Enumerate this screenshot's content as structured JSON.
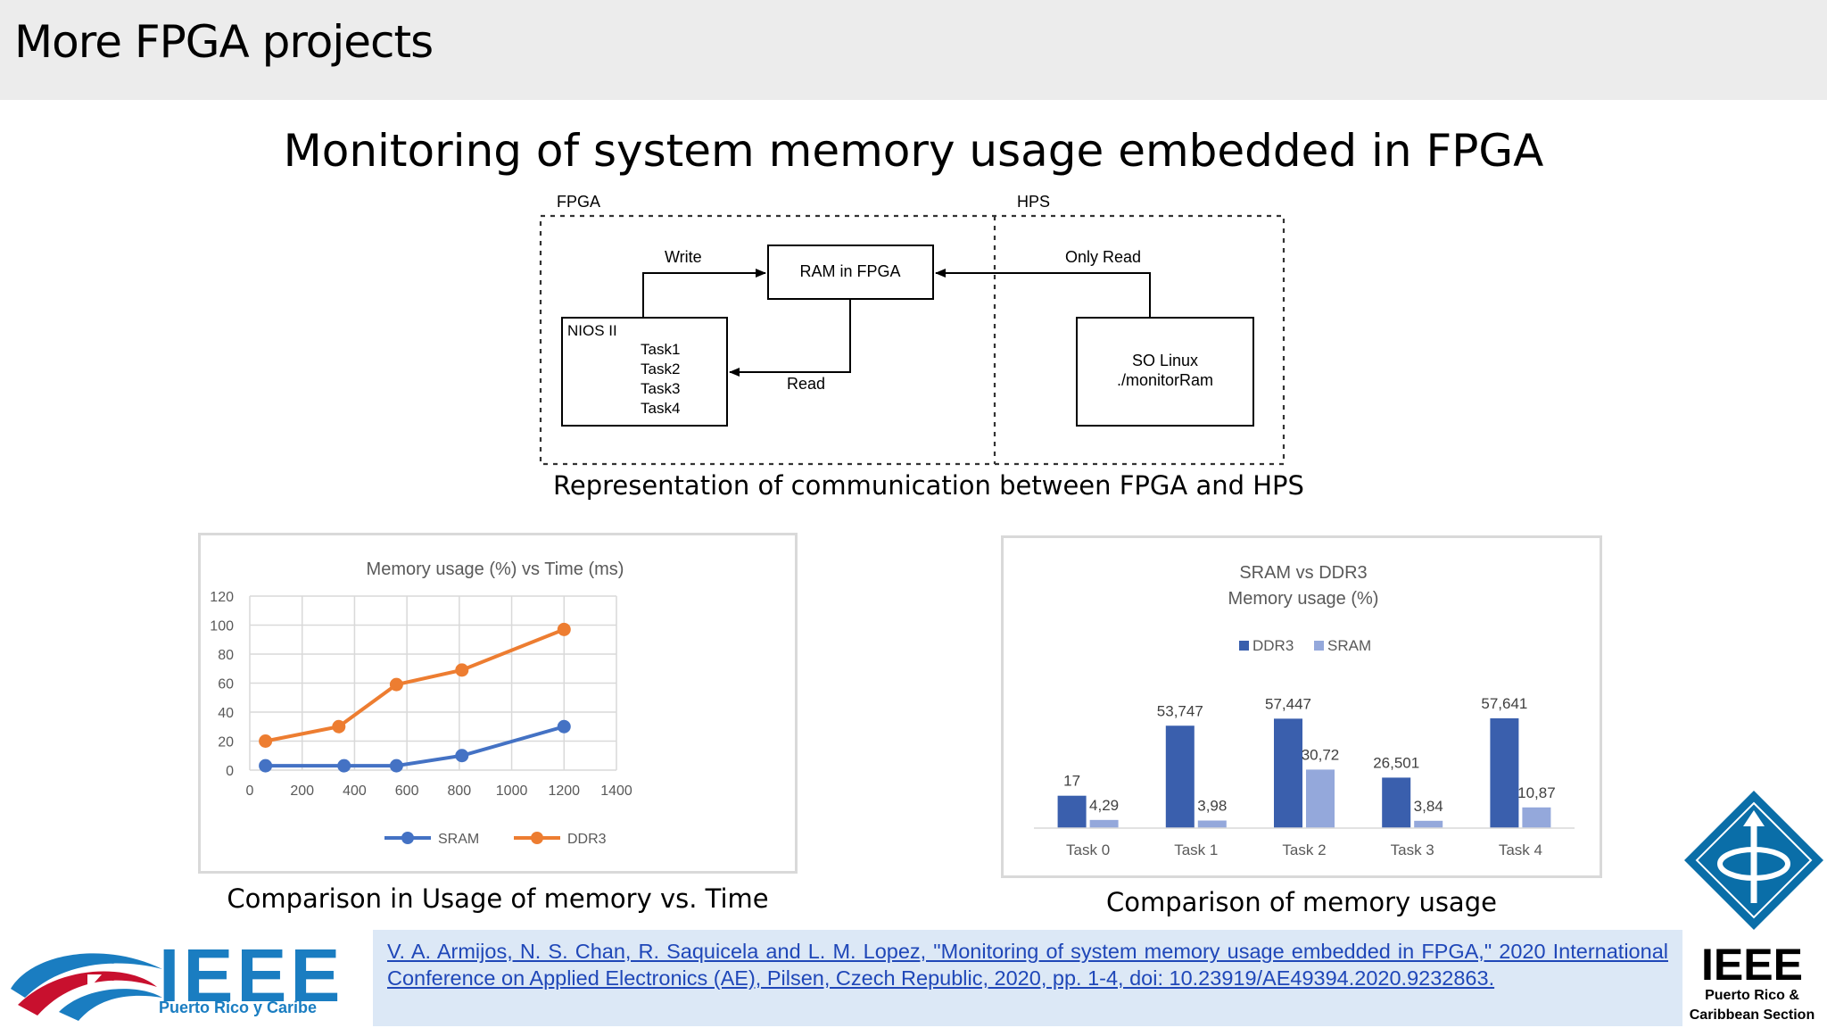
{
  "header": {
    "title": "More FPGA projects"
  },
  "main": {
    "title": "Monitoring of system memory usage embedded in FPGA"
  },
  "diagram": {
    "fpga_label": "FPGA",
    "hps_label": "HPS",
    "ram_label": "RAM in FPGA",
    "nios_label": "NIOS II",
    "tasks": [
      "Task1",
      "Task2",
      "Task3",
      "Task4"
    ],
    "linux_line1": "SO Linux",
    "linux_line2": "./monitorRam",
    "write_label": "Write",
    "read_label": "Read",
    "only_read_label": "Only Read",
    "caption": "Representation of communication between FPGA and HPS"
  },
  "chart_data": [
    {
      "type": "line",
      "title": "Memory usage (%) vs Time (ms)",
      "xlabel": "",
      "ylabel": "",
      "xlim": [
        0,
        1400
      ],
      "ylim": [
        0,
        120
      ],
      "xticks": [
        "0",
        "200",
        "400",
        "600",
        "800",
        "1000",
        "1200",
        "1400"
      ],
      "yticks": [
        "0",
        "20",
        "40",
        "60",
        "80",
        "100",
        "120"
      ],
      "grid": true,
      "legend": "bottom",
      "series": [
        {
          "name": "SRAM",
          "color": "#4472c4",
          "x": [
            60,
            360,
            560,
            810,
            1200
          ],
          "y": [
            3,
            3,
            3,
            10,
            30
          ]
        },
        {
          "name": "DDR3",
          "color": "#ed7d31",
          "x": [
            60,
            340,
            560,
            810,
            1200
          ],
          "y": [
            20,
            30,
            59,
            69,
            97
          ]
        }
      ]
    },
    {
      "type": "bar",
      "title": "SRAM vs DDR3",
      "subtitle": "Memory usage (%)",
      "categories": [
        "Task 0",
        "Task 1",
        "Task 2",
        "Task 3",
        "Task 4"
      ],
      "ylim": [
        0,
        70
      ],
      "grid": false,
      "legend": "top",
      "series": [
        {
          "name": "DDR3",
          "color": "#3a5fad",
          "values": [
            17,
            53.747,
            57.447,
            26.501,
            57.641
          ],
          "labels": [
            "17",
            "53,747",
            "57,447",
            "26,501",
            "57,641"
          ]
        },
        {
          "name": "SRAM",
          "color": "#94a8db",
          "values": [
            4.29,
            3.98,
            30.72,
            3.84,
            10.87
          ],
          "labels": [
            "4,29",
            "3,98",
            "30,72",
            "3,84",
            "10,87"
          ]
        }
      ]
    }
  ],
  "captions": {
    "line": "Comparison in Usage of memory vs. Time",
    "bar": "Comparison of memory usage"
  },
  "reference": {
    "text": "V. A. Armijos, N. S. Chan, R. Saquicela and L. M. Lopez, \"Monitoring of system memory usage embedded in FPGA,\" 2020 International Conference on Applied Electronics (AE), Pilsen, Czech Republic, 2020, pp. 1-4, doi: 10.23919/AE49394.2020.9232863."
  },
  "logos": {
    "left_main": "IEEE",
    "left_sub": "Puerto Rico y Caribe",
    "right_main": "IEEE",
    "right_sub1": "Puerto Rico &",
    "right_sub2": "Caribbean Section",
    "colors": {
      "ieee_blue": "#1a7dc1",
      "ieee_red": "#c8102e",
      "right_diamond": "#0a6ea8"
    }
  }
}
